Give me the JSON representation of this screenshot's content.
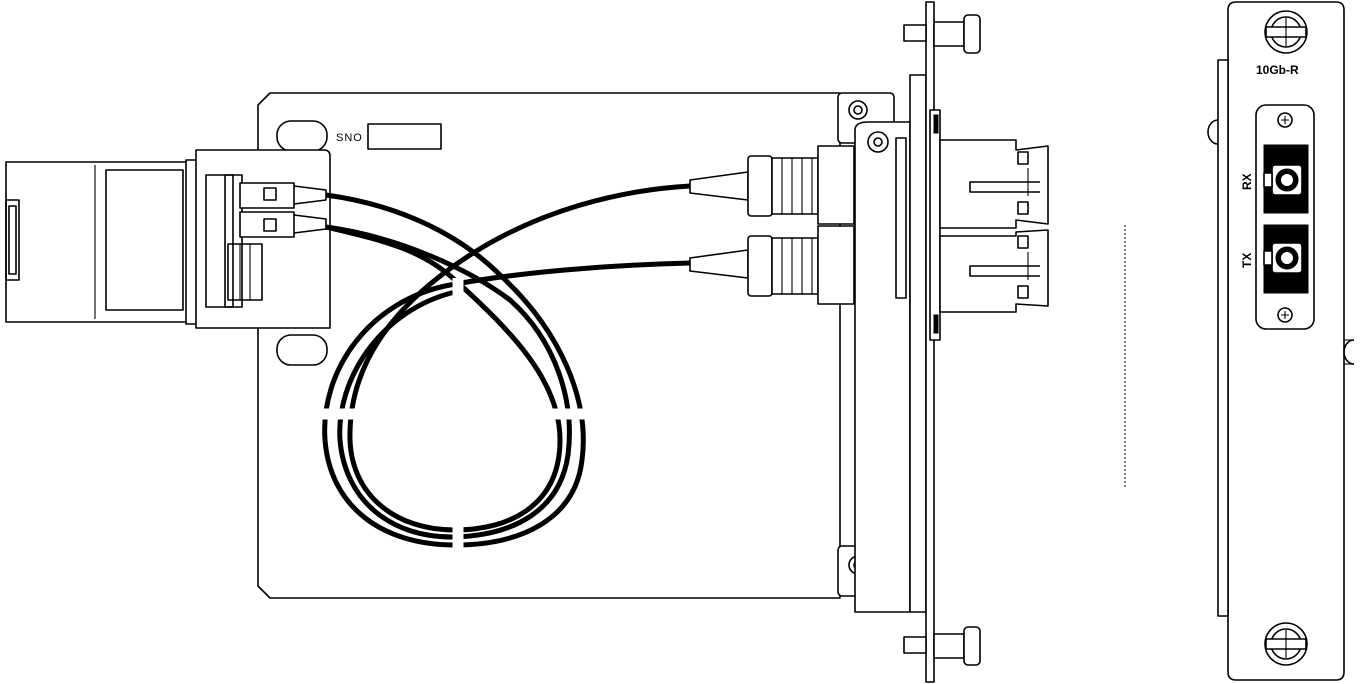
{
  "board": {
    "serial_label": "SNO"
  },
  "front_panel": {
    "module_label": "10Gb-R",
    "port_rx_label": "RX",
    "port_tx_label": "TX"
  }
}
